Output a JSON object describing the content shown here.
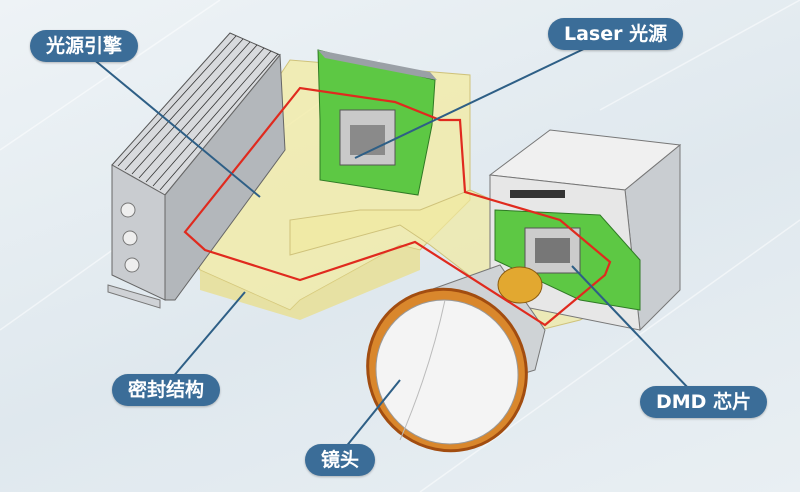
{
  "labels": {
    "light_engine": "光源引擎",
    "laser_source": "Laser 光源",
    "seal_structure": "密封结构",
    "lens": "镜头",
    "dmd_chip": "DMD 芯片"
  },
  "colors": {
    "label_bg": "#3b6d98",
    "seal": "#f3eba0",
    "pcb": "#5dc844",
    "light_path": "#e02a1e"
  }
}
